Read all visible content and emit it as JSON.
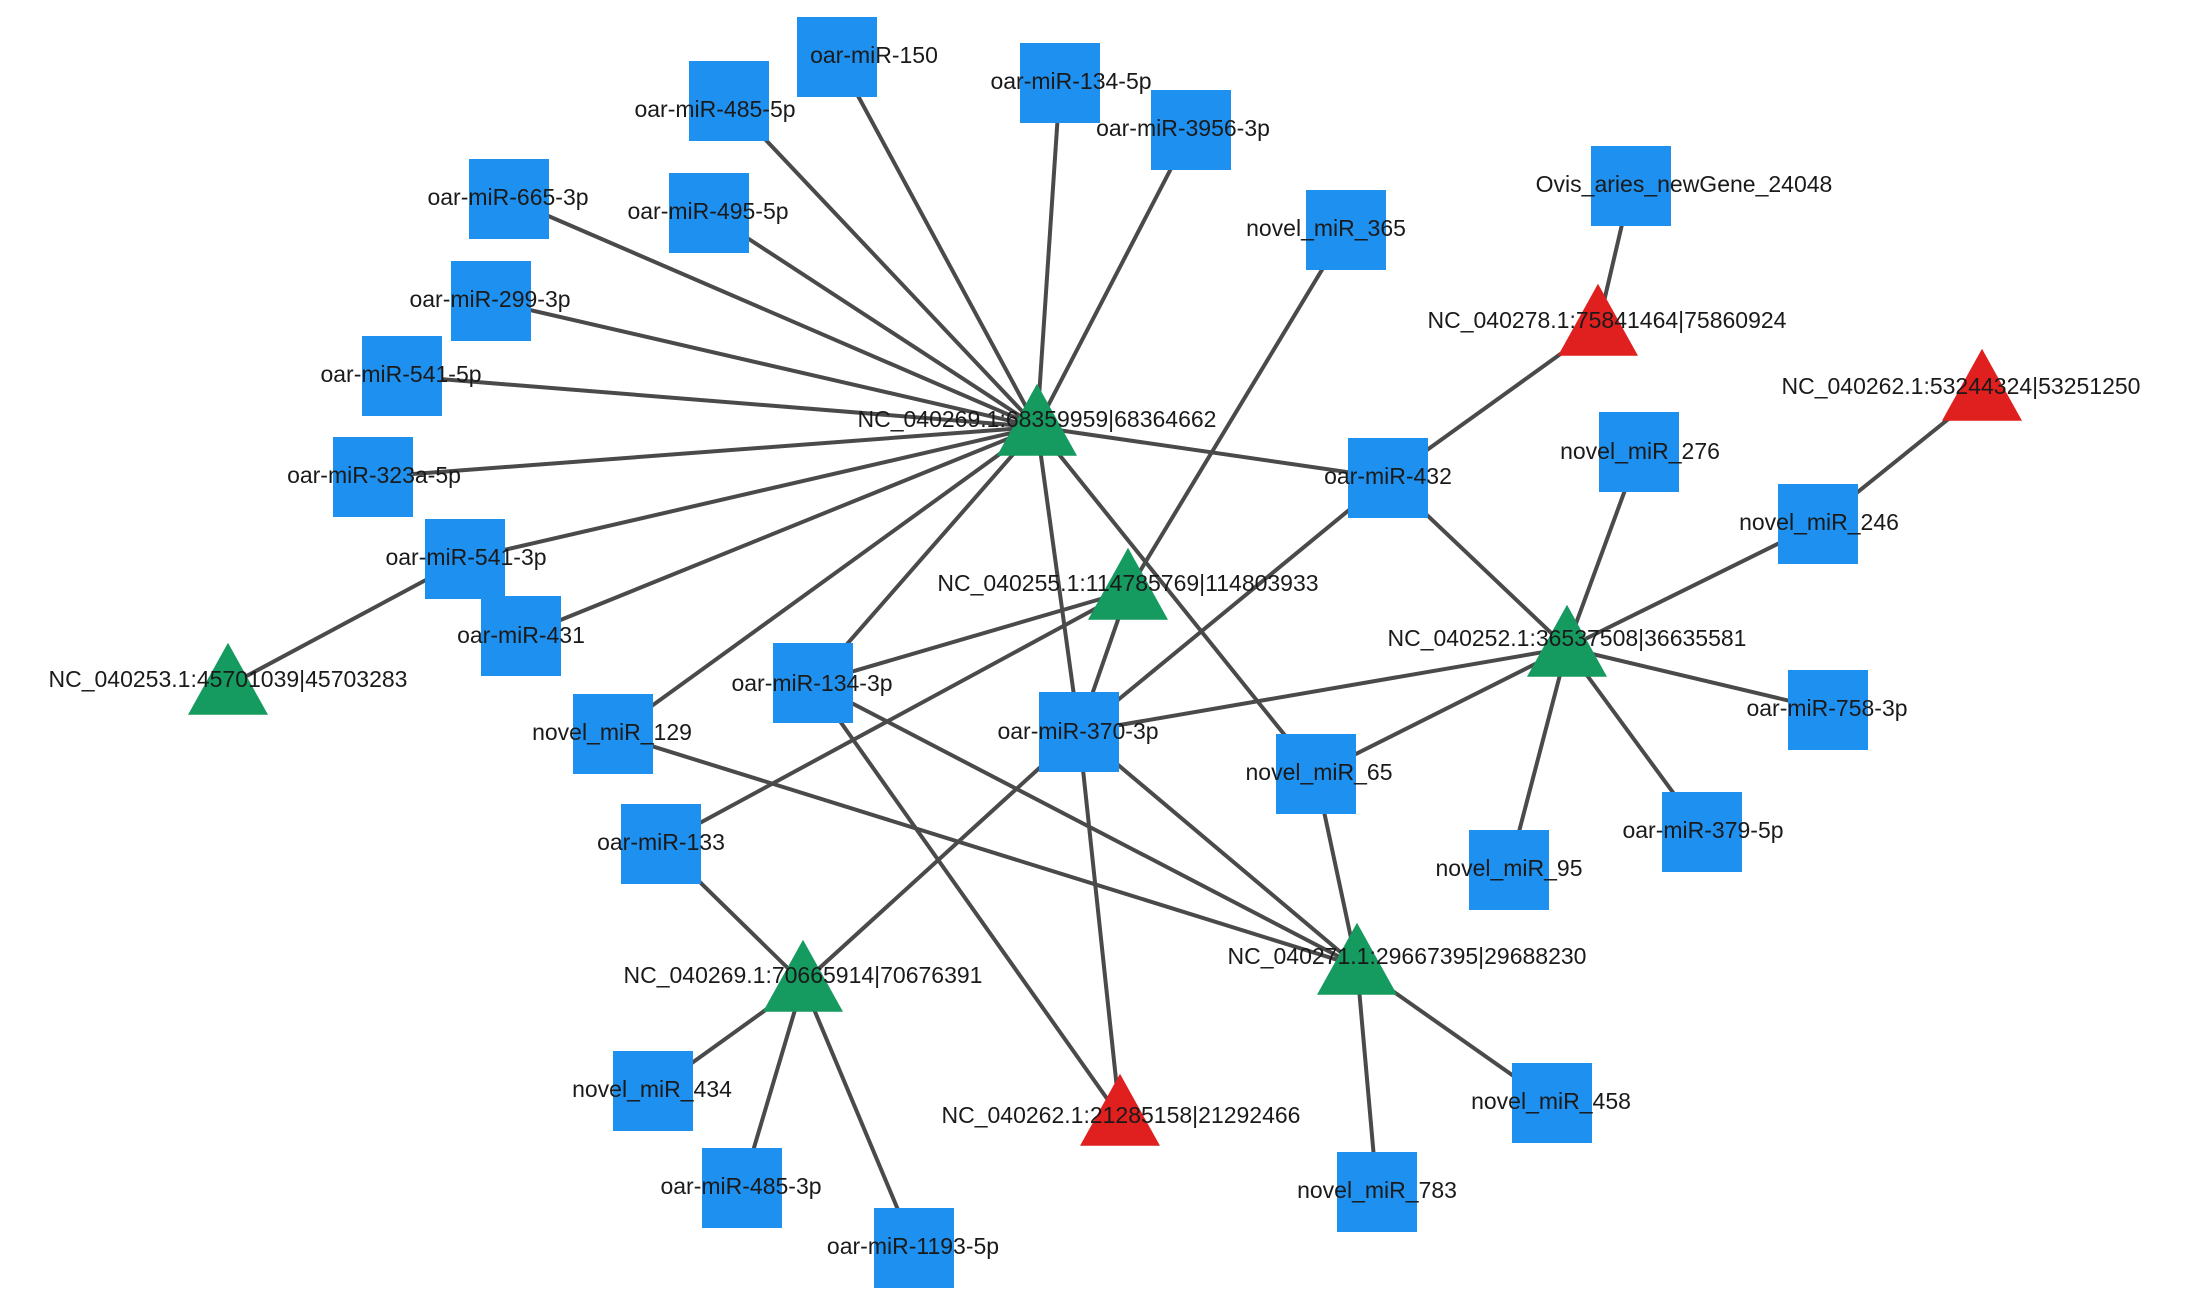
{
  "colors": {
    "mirna_node": "#1e90f0",
    "circrna_red": "#e01f1f",
    "circrna_green": "#159a5f",
    "edge": "#4a4a4a",
    "label": "#1a1a1a"
  },
  "node_shapes": {
    "square": "miRNA",
    "triangle": "circRNA / gene"
  },
  "nodes": [
    {
      "id": "m150",
      "label": "oar-miR-150",
      "shape": "square",
      "color": "blue"
    },
    {
      "id": "m485_5p",
      "label": "oar-miR-485-5p",
      "shape": "square",
      "color": "blue"
    },
    {
      "id": "m134_5p",
      "label": "oar-miR-134-5p",
      "shape": "square",
      "color": "blue"
    },
    {
      "id": "m3956",
      "label": "oar-miR-3956-3p",
      "shape": "square",
      "color": "blue"
    },
    {
      "id": "m665",
      "label": "oar-miR-665-3p",
      "shape": "square",
      "color": "blue"
    },
    {
      "id": "m495",
      "label": "oar-miR-495-5p",
      "shape": "square",
      "color": "blue"
    },
    {
      "id": "m299",
      "label": "oar-miR-299-3p",
      "shape": "square",
      "color": "blue"
    },
    {
      "id": "m541_5p",
      "label": "oar-miR-541-5p",
      "shape": "square",
      "color": "blue"
    },
    {
      "id": "m323a",
      "label": "oar-miR-323a-5p",
      "shape": "square",
      "color": "blue"
    },
    {
      "id": "m541_3p",
      "label": "oar-miR-541-3p",
      "shape": "square",
      "color": "blue"
    },
    {
      "id": "m431",
      "label": "oar-miR-431",
      "shape": "square",
      "color": "blue"
    },
    {
      "id": "n129",
      "label": "novel_miR_129",
      "shape": "square",
      "color": "blue"
    },
    {
      "id": "m134_3p",
      "label": "oar-miR-134-3p",
      "shape": "square",
      "color": "blue"
    },
    {
      "id": "m133",
      "label": "oar-miR-133",
      "shape": "square",
      "color": "blue"
    },
    {
      "id": "m370",
      "label": "oar-miR-370-3p",
      "shape": "square",
      "color": "blue"
    },
    {
      "id": "n65",
      "label": "novel_miR_65",
      "shape": "square",
      "color": "blue"
    },
    {
      "id": "n365",
      "label": "novel_miR_365",
      "shape": "square",
      "color": "blue"
    },
    {
      "id": "newgene",
      "label": "Ovis_aries_newGene_24048",
      "shape": "square",
      "color": "blue"
    },
    {
      "id": "m432",
      "label": "oar-miR-432",
      "shape": "square",
      "color": "blue"
    },
    {
      "id": "n276",
      "label": "novel_miR_276",
      "shape": "square",
      "color": "blue"
    },
    {
      "id": "n246",
      "label": "novel_miR_246",
      "shape": "square",
      "color": "blue"
    },
    {
      "id": "m758",
      "label": "oar-miR-758-3p",
      "shape": "square",
      "color": "blue"
    },
    {
      "id": "m379",
      "label": "oar-miR-379-5p",
      "shape": "square",
      "color": "blue"
    },
    {
      "id": "n95",
      "label": "novel_miR_95",
      "shape": "square",
      "color": "blue"
    },
    {
      "id": "n434",
      "label": "novel_miR_434",
      "shape": "square",
      "color": "blue"
    },
    {
      "id": "m485_3p",
      "label": "oar-miR-485-3p",
      "shape": "square",
      "color": "blue"
    },
    {
      "id": "m1193",
      "label": "oar-miR-1193-5p",
      "shape": "square",
      "color": "blue"
    },
    {
      "id": "n458",
      "label": "novel_miR_458",
      "shape": "square",
      "color": "blue"
    },
    {
      "id": "n783",
      "label": "novel_miR_783",
      "shape": "square",
      "color": "blue"
    },
    {
      "id": "hub269a",
      "label": "NC_040269.1:68359959|68364662",
      "shape": "triangle",
      "color": "green"
    },
    {
      "id": "c255",
      "label": "NC_040255.1:114785769|114803933",
      "shape": "triangle",
      "color": "green"
    },
    {
      "id": "c253",
      "label": "NC_040253.1:45701039|45703283",
      "shape": "triangle",
      "color": "green"
    },
    {
      "id": "c252",
      "label": "NC_040252.1:36537508|36635581",
      "shape": "triangle",
      "color": "green"
    },
    {
      "id": "c269b",
      "label": "NC_040269.1:70665914|70676391",
      "shape": "triangle",
      "color": "green"
    },
    {
      "id": "c271",
      "label": "NC_040271.1:29667395|29688230",
      "shape": "triangle",
      "color": "green"
    },
    {
      "id": "c278",
      "label": "NC_040278.1:75841464|75860924",
      "shape": "triangle",
      "color": "red"
    },
    {
      "id": "c262a",
      "label": "NC_040262.1:53244324|53251250",
      "shape": "triangle",
      "color": "red"
    },
    {
      "id": "c262b",
      "label": "NC_040262.1:21285158|21292466",
      "shape": "triangle",
      "color": "red"
    }
  ],
  "edges": [
    [
      "hub269a",
      "m150"
    ],
    [
      "hub269a",
      "m485_5p"
    ],
    [
      "hub269a",
      "m134_5p"
    ],
    [
      "hub269a",
      "m3956"
    ],
    [
      "hub269a",
      "m665"
    ],
    [
      "hub269a",
      "m495"
    ],
    [
      "hub269a",
      "m299"
    ],
    [
      "hub269a",
      "m541_5p"
    ],
    [
      "hub269a",
      "m323a"
    ],
    [
      "hub269a",
      "m541_3p"
    ],
    [
      "hub269a",
      "m431"
    ],
    [
      "hub269a",
      "n129"
    ],
    [
      "hub269a",
      "m134_3p"
    ],
    [
      "hub269a",
      "m370"
    ],
    [
      "hub269a",
      "n65"
    ],
    [
      "hub269a",
      "m432"
    ],
    [
      "m541_3p",
      "c253"
    ],
    [
      "n365",
      "c255"
    ],
    [
      "c255",
      "m134_3p"
    ],
    [
      "c255",
      "m370"
    ],
    [
      "c255",
      "m133"
    ],
    [
      "newgene",
      "c278"
    ],
    [
      "c278",
      "m432"
    ],
    [
      "c262a",
      "n246"
    ],
    [
      "m432",
      "c252"
    ],
    [
      "m432",
      "m370"
    ],
    [
      "c252",
      "n276"
    ],
    [
      "c252",
      "n246"
    ],
    [
      "c252",
      "m758"
    ],
    [
      "c252",
      "m379"
    ],
    [
      "c252",
      "n95"
    ],
    [
      "c252",
      "m370"
    ],
    [
      "c252",
      "n65"
    ],
    [
      "n65",
      "c271"
    ],
    [
      "m370",
      "c271"
    ],
    [
      "m134_3p",
      "c271"
    ],
    [
      "n129",
      "c271"
    ],
    [
      "c271",
      "n458"
    ],
    [
      "c271",
      "n783"
    ],
    [
      "m133",
      "c269b"
    ],
    [
      "m370",
      "c269b"
    ],
    [
      "c269b",
      "n434"
    ],
    [
      "c269b",
      "m485_3p"
    ],
    [
      "c269b",
      "m1193"
    ],
    [
      "m134_3p",
      "c262b"
    ],
    [
      "m370",
      "c262b"
    ]
  ]
}
